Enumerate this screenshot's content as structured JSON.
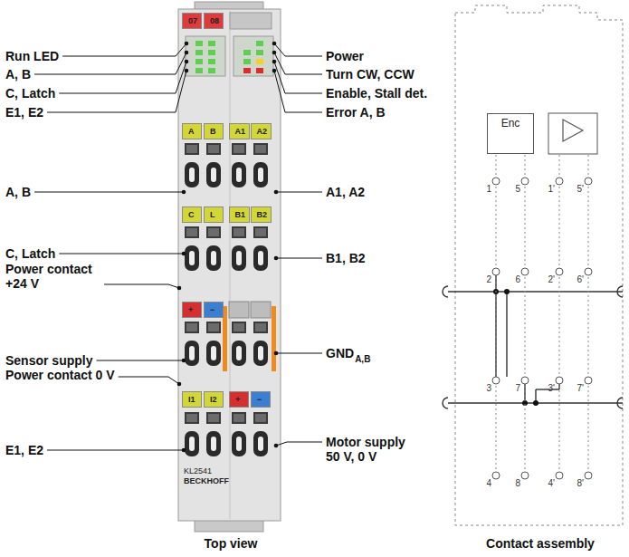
{
  "diagram": {
    "nodes": [
      {
        "text": [
          "KL2541",
          "BECKHOFF"
        ]
      },
      {
        "text": [
          "07"
        ],
        "in": 0
      },
      {
        "text": [
          "08"
        ],
        "in": 0
      },
      {
        "text": [
          "A"
        ],
        "in": 0
      },
      {
        "text": [
          "B"
        ],
        "in": 0
      },
      {
        "text": [
          "A1"
        ],
        "in": 0
      },
      {
        "text": [
          "A2"
        ],
        "in": 0
      },
      {
        "text": [
          "C"
        ],
        "in": 0
      },
      {
        "text": [
          "L"
        ],
        "in": 0
      },
      {
        "text": [
          "B1"
        ],
        "in": 0
      },
      {
        "text": [
          "B2"
        ],
        "in": 0
      },
      {
        "text": [
          "+"
        ],
        "in": 0
      },
      {
        "text": [
          "−"
        ],
        "in": 0
      },
      {
        "text": [
          "I1"
        ],
        "in": 0
      },
      {
        "text": [
          "I2"
        ],
        "in": 0
      },
      {
        "text": [
          "+"
        ],
        "in": 0
      },
      {
        "text": [
          "−"
        ],
        "in": 0
      },
      {
        "text": [
          "Enc"
        ]
      }
    ],
    "labels": [
      "Run LED",
      "A, B",
      "C, Latch",
      "E1, E2",
      "A, B",
      "C, Latch",
      "Power contact +24 V",
      "Sensor supply",
      "Power contact 0 V",
      "E1, E2",
      "Power",
      "Turn CW, CCW",
      "Enable, Stall det.",
      "Error A, B",
      "A1, A2",
      "B1, B2",
      "GND",
      "A,B",
      "Motor supply 50 V, 0 V",
      "Top view",
      "Contact assembly",
      "1",
      "5",
      "1'",
      "5'",
      "2",
      "6",
      "2'",
      "6'",
      "3",
      "7",
      "3'",
      "7'",
      "4",
      "8",
      "4'",
      "8'"
    ]
  }
}
